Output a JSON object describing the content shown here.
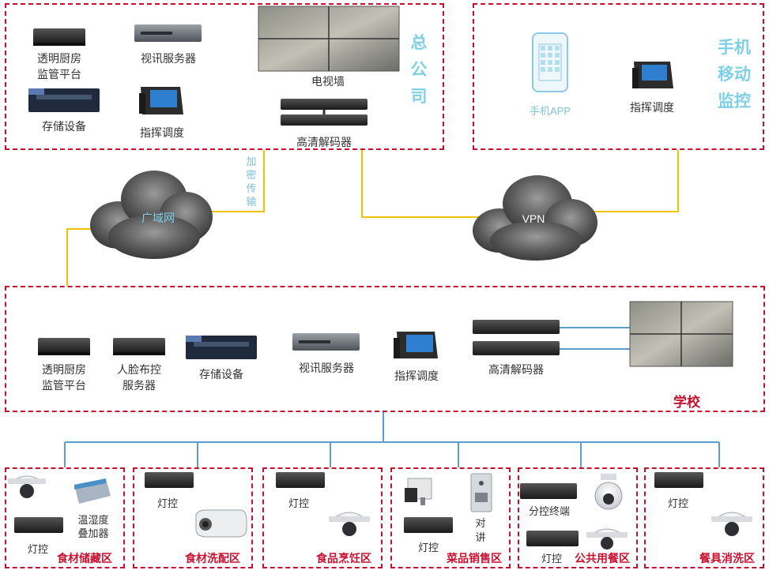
{
  "hq": {
    "title": "总公司",
    "devices": {
      "kitchen_platform": "透明厨房\n监管平台",
      "video_server": "视讯服务器",
      "tv_wall": "电视墙",
      "storage": "存储设备",
      "dispatch": "指挥调度",
      "decoder": "高清解码器"
    }
  },
  "mobile": {
    "title": "手机移动监控",
    "app": "手机APP",
    "dispatch": "指挥调度"
  },
  "network": {
    "wan": "广域网",
    "encrypted": "加密传输",
    "vpn": "VPN"
  },
  "school": {
    "title": "学校",
    "devices": {
      "kitchen_platform": "透明厨房\n监管平台",
      "face_server": "人脸布控\n服务器",
      "storage": "存储设备",
      "video_server": "视讯服务器",
      "dispatch": "指挥调度",
      "decoder": "高清解码器"
    }
  },
  "zones": [
    {
      "name": "食材储藏区",
      "items": [
        "温湿度\n叠加器",
        "灯控"
      ]
    },
    {
      "name": "食材洗配区",
      "items": [
        "灯控"
      ]
    },
    {
      "name": "食品烹饪区",
      "items": [
        "灯控"
      ]
    },
    {
      "name": "菜品销售区",
      "items": [
        "对讲",
        "灯控"
      ]
    },
    {
      "name": "公共用餐区",
      "items": [
        "分控终端",
        "灯控"
      ]
    },
    {
      "name": "餐具消洗区",
      "items": [
        "灯控"
      ]
    }
  ],
  "colors": {
    "zone_border": "#c8102e",
    "title_blue": "#7fd0e6",
    "link_yellow": "#f2c200",
    "link_blue": "#5b9ec9"
  }
}
